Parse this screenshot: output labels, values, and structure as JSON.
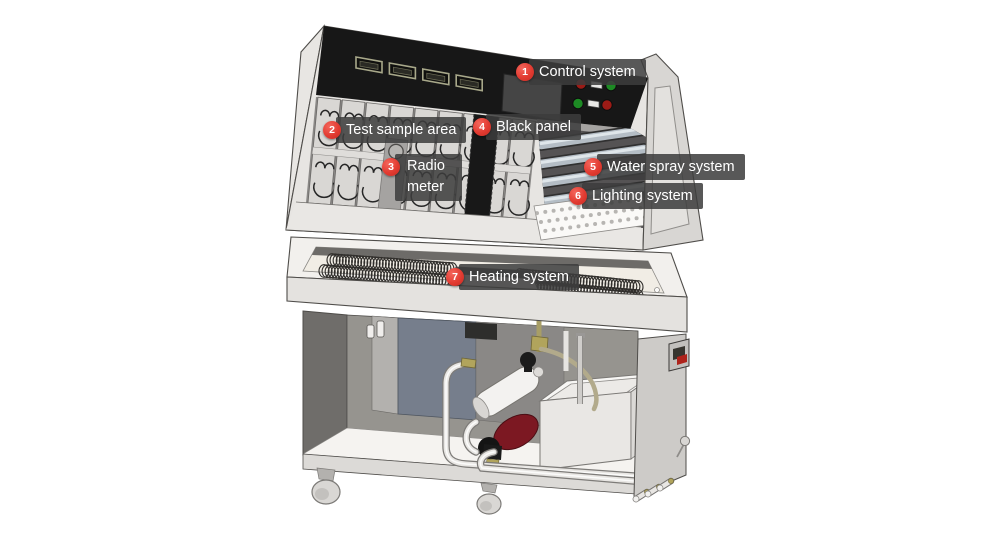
{
  "diagram": {
    "callouts": [
      {
        "number": "1",
        "label": "Control system"
      },
      {
        "number": "2",
        "label": "Test sample area"
      },
      {
        "number": "3",
        "label": "Radio meter"
      },
      {
        "number": "4",
        "label": "Black panel"
      },
      {
        "number": "5",
        "label": "Water spray system"
      },
      {
        "number": "6",
        "label": "Lighting system"
      },
      {
        "number": "7",
        "label": "Heating system"
      }
    ]
  },
  "colors": {
    "background": "#ffffff",
    "callout_badge": "#e23b31",
    "callout_label_bg": "rgba(61,61,61,0.86)",
    "callout_label_text": "#ffffff",
    "control_panel": "#171717",
    "indicator_red": "#9c1b16",
    "indicator_green": "#1d8a24",
    "lamp_tube": "#b4bdc5",
    "pump_body": "#7c1822",
    "brass_fitting": "#b1a45c",
    "hose": "#b2aa8b",
    "chassis_light": "#e7e5e2",
    "chassis_dark": "#6f6d6a"
  }
}
